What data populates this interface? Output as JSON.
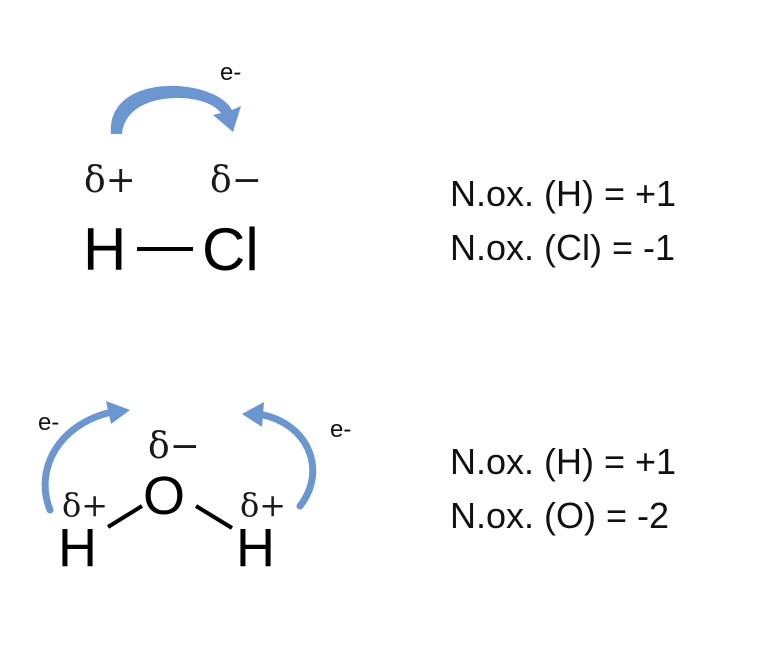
{
  "colors": {
    "arrow": "#6b96cf",
    "text": "#111111",
    "bond": "#000000"
  },
  "hcl": {
    "electron_label": "e-",
    "delta_plus": "δ+",
    "delta_minus": "δ−",
    "atom_h": "H",
    "atom_cl": "Cl",
    "nox_h": "N.ox. (H) = +1",
    "nox_cl": "N.ox. (Cl) = -1"
  },
  "water": {
    "electron_label_left": "e-",
    "electron_label_right": "e-",
    "delta_minus": "δ−",
    "delta_plus_left": "δ+",
    "delta_plus_right": "δ+",
    "atom_o": "O",
    "atom_h_left": "H",
    "atom_h_right": "H",
    "nox_h": "N.ox. (H) = +1",
    "nox_o": "N.ox. (O) = -2"
  }
}
